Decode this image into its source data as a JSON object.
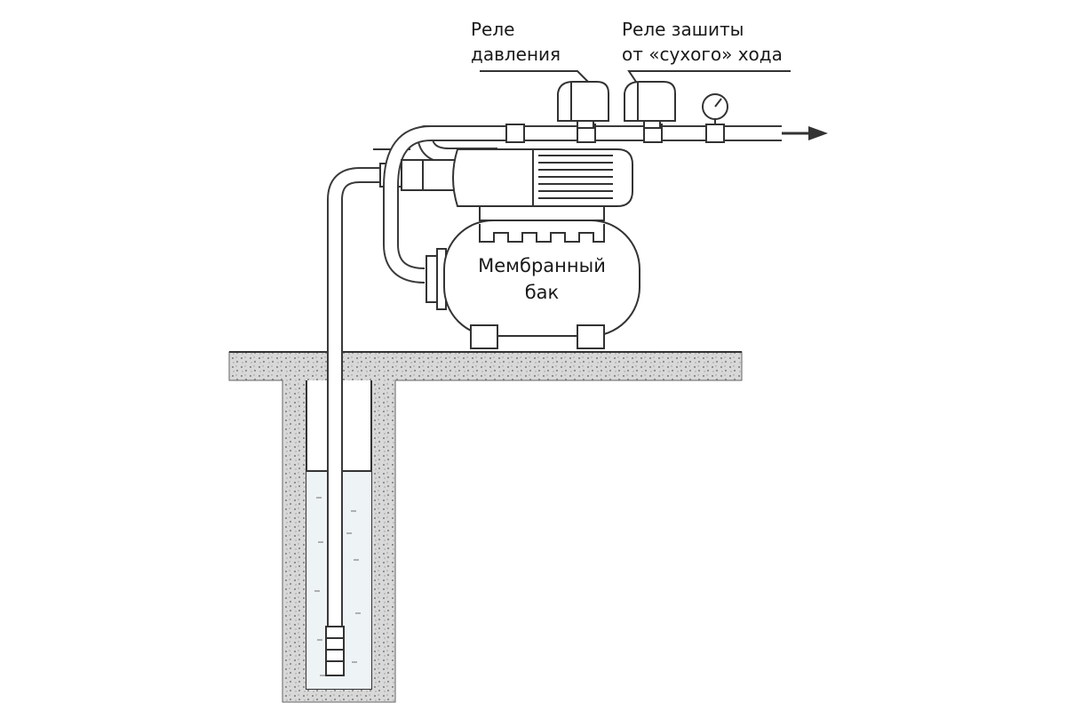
{
  "labels": {
    "pressure_relay_line1": "Реле",
    "pressure_relay_line2": "давления",
    "dry_run_relay_line1": "Реле зашиты",
    "dry_run_relay_line2": "от «сухого» хода",
    "tank_line1": "Мембранный",
    "tank_line2": "бак"
  },
  "colors": {
    "line": "#333333",
    "soil_fill": "#d6d6d6",
    "water_fill": "#eef3f6",
    "background": "#ffffff"
  }
}
